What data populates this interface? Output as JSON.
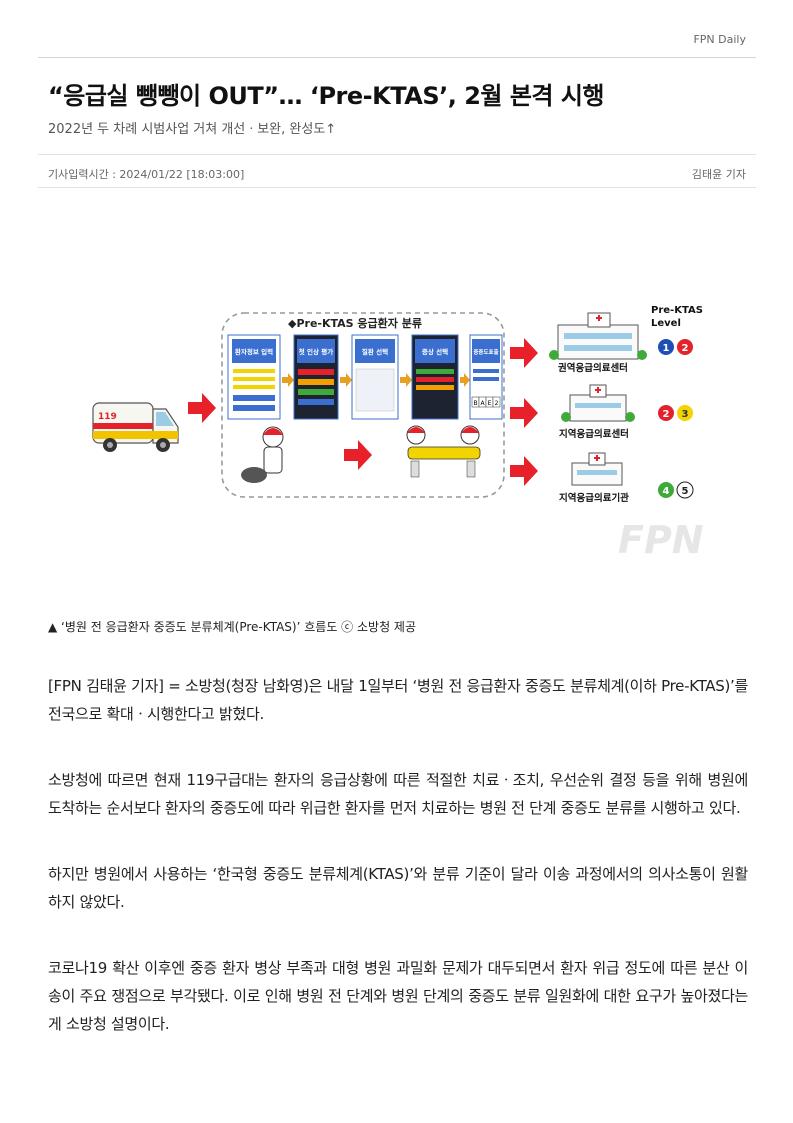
{
  "header": {
    "brand": "FPN Daily"
  },
  "article": {
    "headline": "“응급실 뺑뺑이 OUT”… ‘Pre-KTAS’, 2월 본격 시행",
    "subtitle": "2022년 두 차례 시범사업 거쳐 개선ㆍ보완, 완성도↑",
    "input_time": "기사입력시간 : 2024/01/22 [18:03:00]",
    "author": "김태윤 기자"
  },
  "figure": {
    "box_title": "◆Pre-KTAS 응급환자 분류",
    "steps": [
      "환자정보 입력",
      "첫 인상 평가",
      "질환 선택",
      "증상 선택",
      "중증도표출"
    ],
    "ambulance_number": "119",
    "score_cells": [
      "B",
      "A",
      "E",
      "2"
    ],
    "level_header": "Pre-KTAS Level",
    "facilities": [
      {
        "name": "권역응급의료센터",
        "levels": [
          "1",
          "2"
        ]
      },
      {
        "name": "지역응급의료센터",
        "levels": [
          "2",
          "3"
        ]
      },
      {
        "name": "지역응급의료기관",
        "levels": [
          "4",
          "5"
        ]
      }
    ],
    "watermark": "FPN",
    "colors": {
      "arrow": "#e8202a",
      "level_blue": "#1f4fb4",
      "level_red": "#e3222c",
      "level_yellow": "#f2d400",
      "level_green": "#3faa3a"
    }
  },
  "caption": "▲ ‘병원 전 응급환자 중증도 분류체계(Pre-KTAS)’ 흐름도  ⓒ 소방청 제공",
  "paragraphs": [
    "[FPN 김태윤 기자] = 소방청(청장 남화영)은 내달 1일부터 ‘병원 전 응급환자 중증도 분류체계(이하 Pre-KTAS)’를 전국으로 확대ㆍ시행한다고 밝혔다.",
    "소방청에 따르면 현재 119구급대는 환자의 응급상황에 따른 적절한 치료ㆍ조치, 우선순위 결정 등을 위해 병원에 도착하는 순서보다 환자의 중증도에 따라 위급한 환자를 먼저 치료하는 병원 전 단계 중증도 분류를 시행하고 있다.",
    "하지만 병원에서 사용하는 ‘한국형 중증도 분류체계(KTAS)’와 분류 기준이 달라 이송 과정에서의 의사소통이 원활하지 않았다.",
    "코로나19 확산 이후엔 중증 환자 병상 부족과 대형 병원 과밀화 문제가 대두되면서 환자 위급 정도에 따른 분산 이송이 주요 쟁점으로 부각됐다. 이로 인해 병원 전 단계와 병원 단계의 중증도 분류 일원화에 대한 요구가 높아졌다는 게 소방청 설명이다."
  ]
}
